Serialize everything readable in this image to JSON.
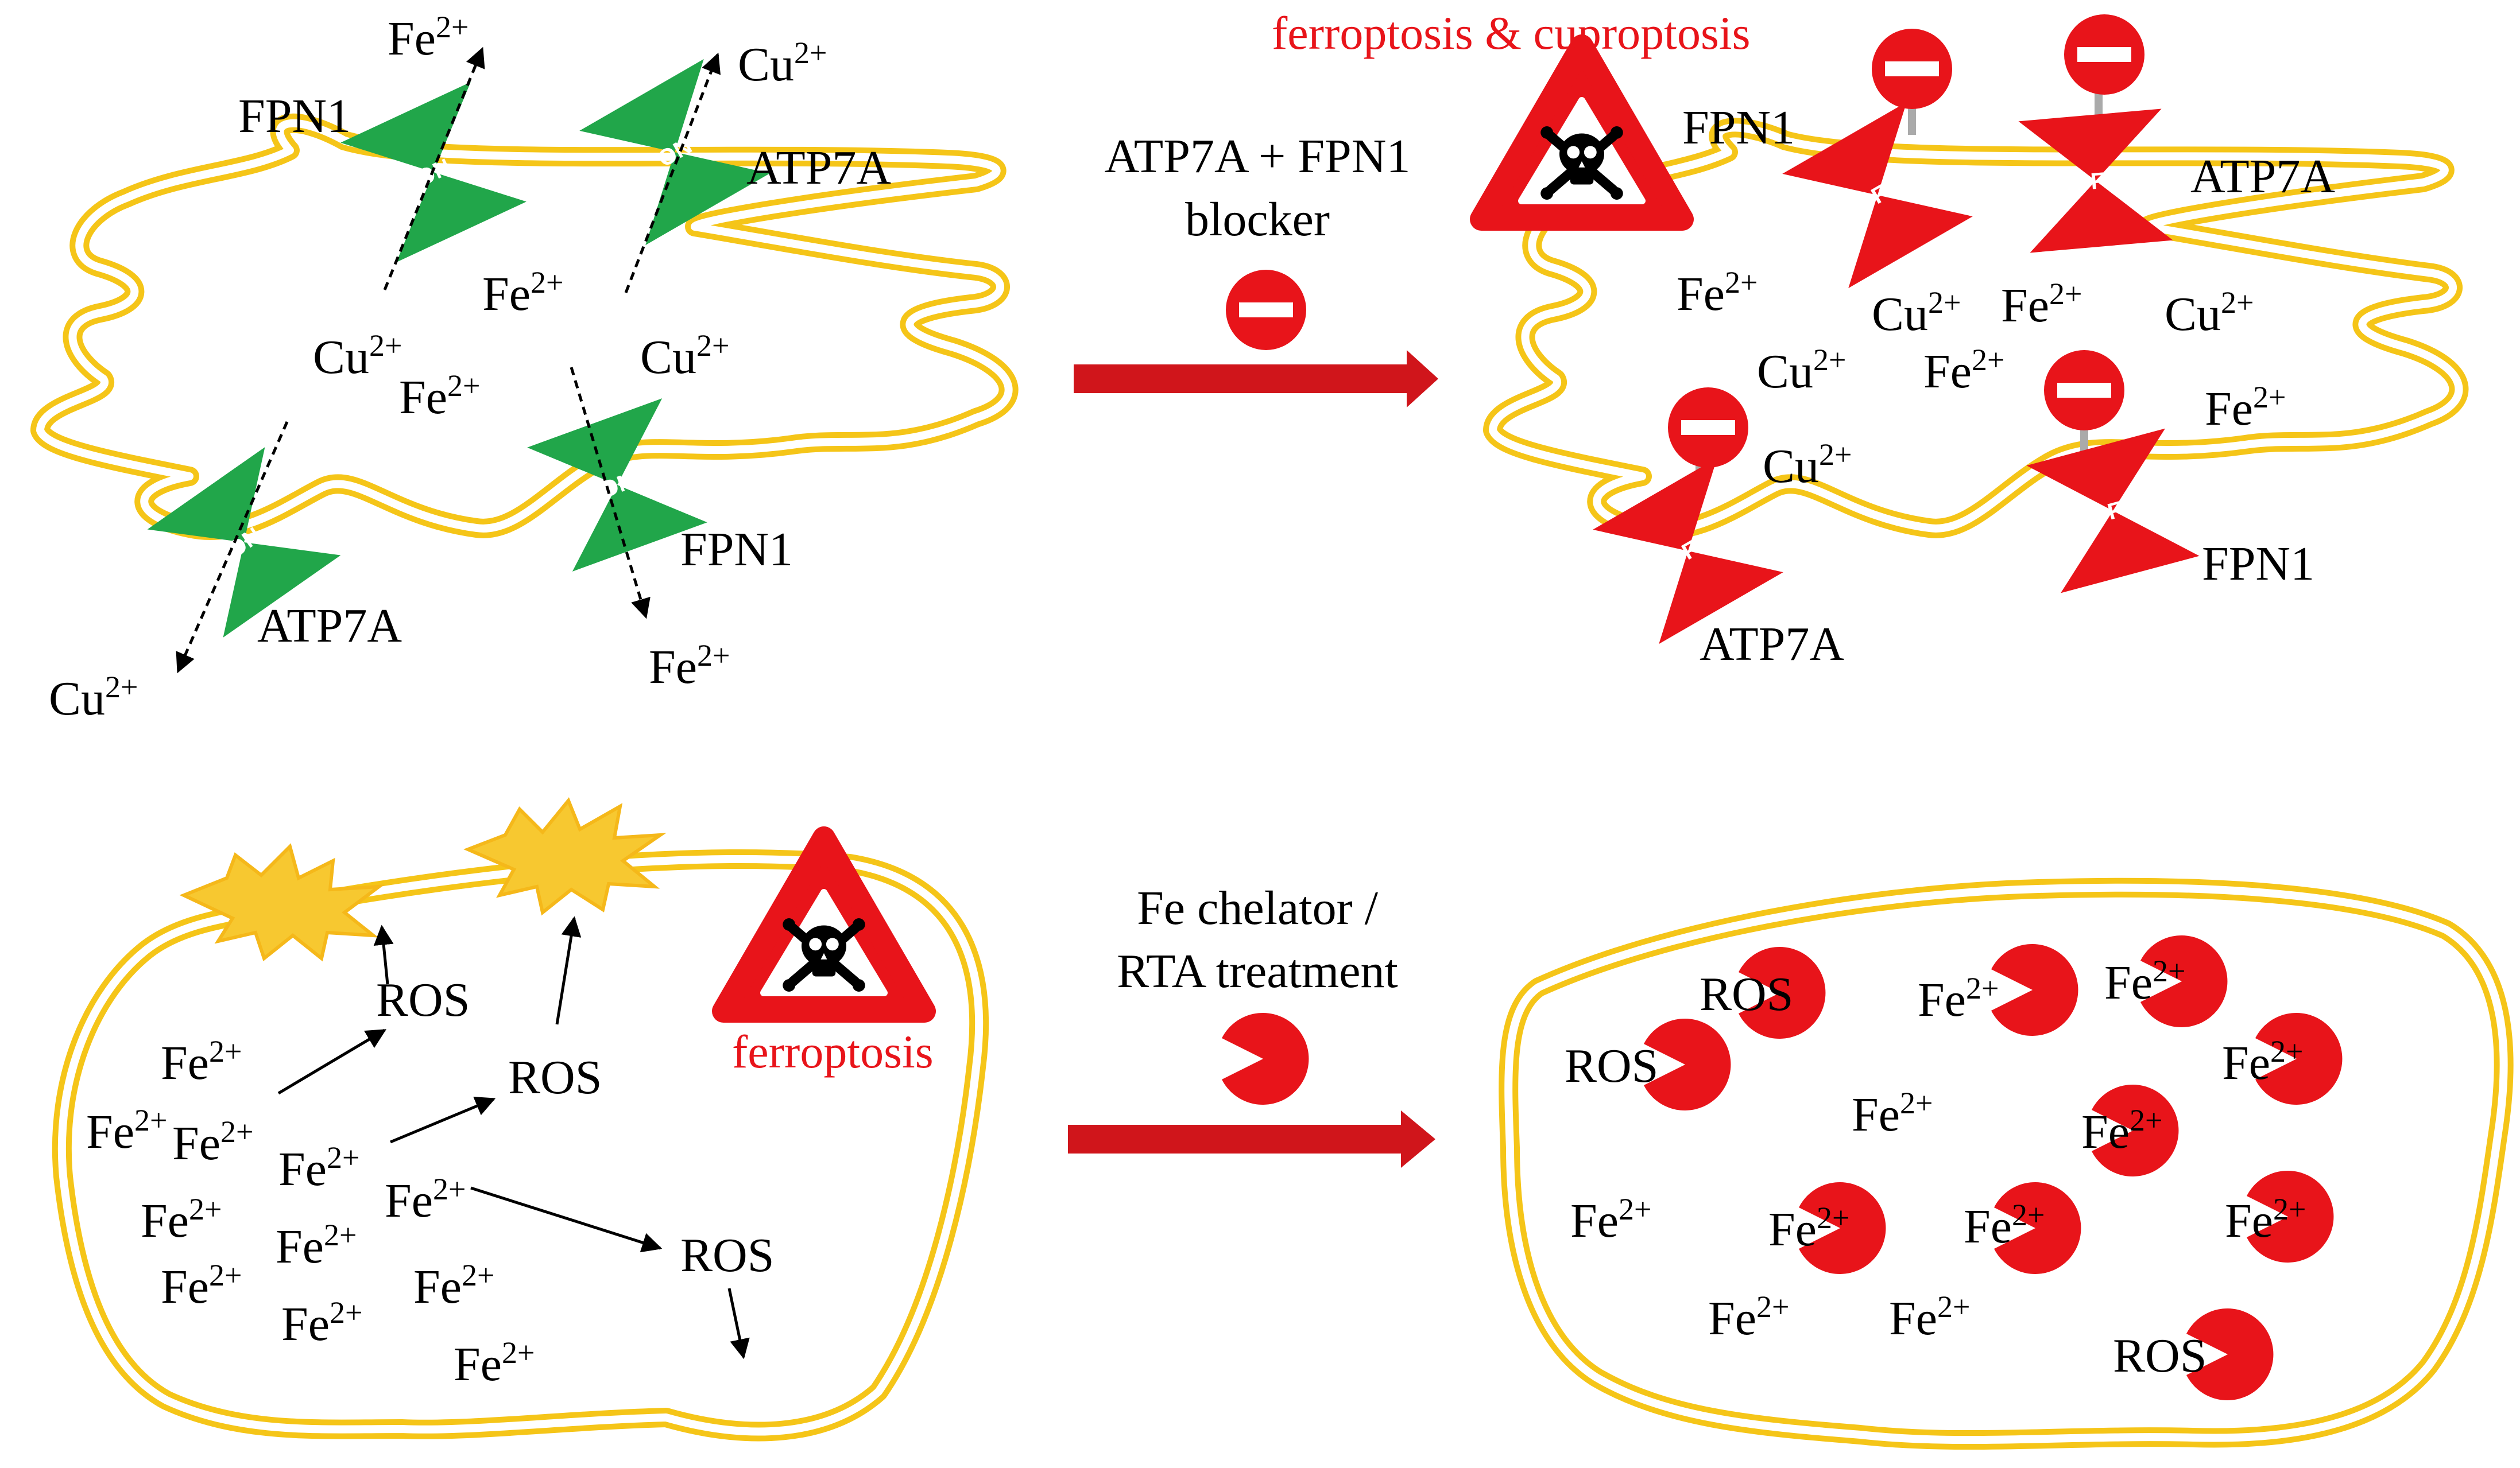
{
  "colors": {
    "membrane": "#f5c518",
    "membrane_inner": "#ffffff",
    "pump_on": "#21a64a",
    "pump_off": "#e8141a",
    "process_arrow": "#d0151b",
    "warning_red": "#e8141a",
    "ros_burst": "#f7c830"
  },
  "ions": {
    "fe": "Fe",
    "cu": "Cu",
    "charge": "2+"
  },
  "panel_a": {
    "fpn1_label": "FPN1",
    "atp7a_label": "ATP7A",
    "pump_state": "ON"
  },
  "step_top": {
    "line1": "ATP7A + FPN1",
    "line2": "blocker",
    "icon": "no-entry-icon"
  },
  "panel_b": {
    "title": "ferroptosis & cuproptosis",
    "fpn1_label": "FPN1",
    "atp7a_label": "ATP7A",
    "pump_state": "OFF",
    "icon": "skull-warning-icon"
  },
  "panel_c": {
    "ros_label": "ROS",
    "death_label": "ferroptosis",
    "icon": "skull-warning-icon"
  },
  "step_bottom": {
    "line1": "Fe chelator /",
    "line2": "RTA treatment",
    "icon": "pacman-chelator-icon"
  },
  "panel_d": {
    "ros_label": "ROS"
  }
}
